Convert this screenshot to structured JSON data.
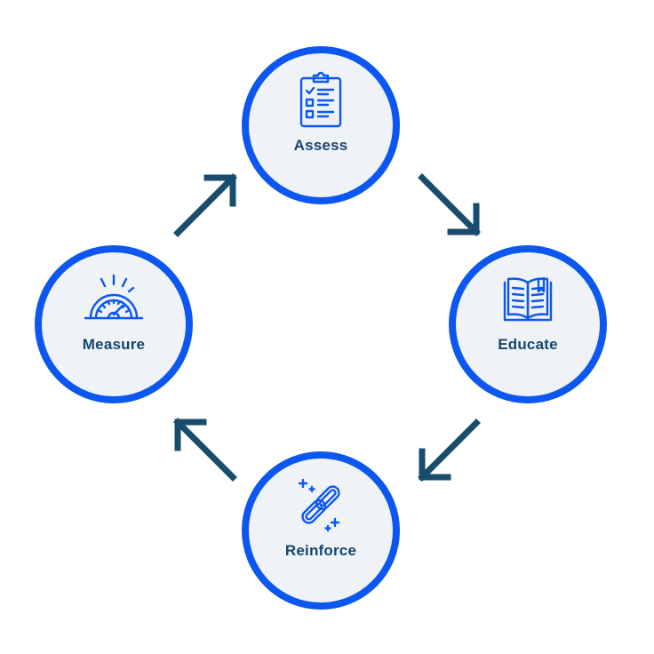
{
  "diagram": {
    "colors": {
      "ring": "#0b57f0",
      "fill": "#eff3f8",
      "label": "#15466b",
      "arrow": "#184d6d",
      "icon": "#0b57f0"
    },
    "nodes": [
      {
        "id": "assess",
        "label": "Assess",
        "icon": "clipboard-checklist-icon"
      },
      {
        "id": "educate",
        "label": "Educate",
        "icon": "open-book-icon"
      },
      {
        "id": "reinforce",
        "label": "Reinforce",
        "icon": "chain-link-icon"
      },
      {
        "id": "measure",
        "label": "Measure",
        "icon": "speedometer-icon"
      }
    ],
    "edges": [
      {
        "from": "measure",
        "to": "assess"
      },
      {
        "from": "assess",
        "to": "educate"
      },
      {
        "from": "educate",
        "to": "reinforce"
      },
      {
        "from": "reinforce",
        "to": "measure"
      }
    ]
  }
}
